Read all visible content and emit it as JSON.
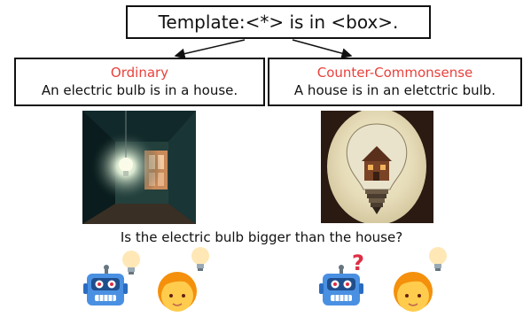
{
  "template": {
    "text": "Template:<*> is in <box>."
  },
  "ordinary": {
    "title": "Ordinary",
    "sentence": "An electric bulb is in a house."
  },
  "counter": {
    "title": "Counter-Commonsense",
    "sentence": "A house is in an eletctric bulb."
  },
  "question": {
    "text": "Is the electric bulb bigger than the house?"
  },
  "colors": {
    "title_red": "#e8413c",
    "robot_blue": "#4a90e2",
    "face_yellow": "#ffcc4d",
    "hair_orange": "#f4900c",
    "bulb_yellow": "#ffe8b6",
    "question_red": "#dd2e44"
  },
  "icons": {
    "robot": "robot-icon",
    "person": "person-icon",
    "bulb": "light-bulb-icon",
    "question": "question-mark-icon"
  }
}
